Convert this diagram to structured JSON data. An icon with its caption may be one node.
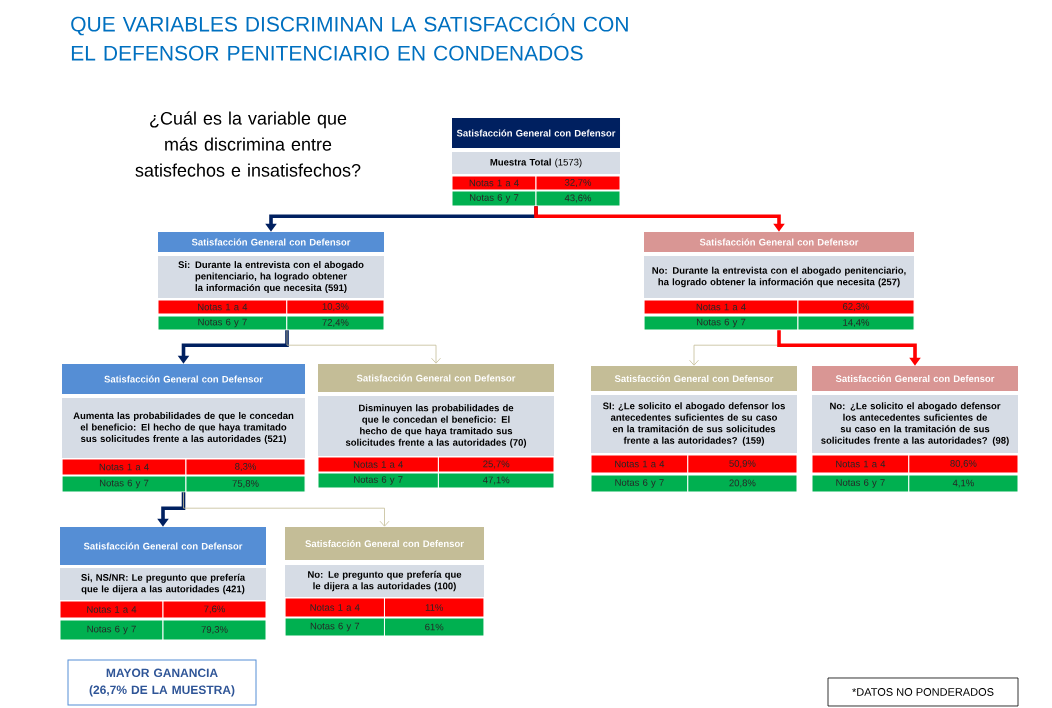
{
  "diagram": {
    "title": "QUE VARIABLES DISCRIMINAN LA SATISFACCIÓN CON EL DEFENSOR PENITENCIARIO EN CONDENADOS",
    "nodes": [
      {
        "text": [
          "Satisfacción General con Defensor",
          "**Muestra Total** (1573)",
          "Notas 1 a 4",
          "32,7%",
          "Notas 6 y 7",
          "43,6%"
        ]
      },
      {
        "text": [
          "Satisfacción General con Defensor",
          "Si: Durante la entrevista con el abogado penitenciario, ha logrado obtener la información que necesita (591)",
          "Notas 1 a 4",
          "10,3%",
          "Notas 6 y 7",
          "72,4%"
        ]
      },
      {
        "text": [
          "Satisfacción General con Defensor",
          "No: Durante la entrevista con el abogado penitenciario, ha logrado obtener la información que necesita (257)",
          "Notas 1 a 4",
          "62,3%",
          "Notas 6 y 7",
          "14,4%"
        ]
      },
      {
        "text": [
          "Satisfacción General con Defensor",
          "Aumenta las probabilidades de que le concedan el beneficio: El hecho de que haya tramitado sus solicitudes frente a las autoridades (521)",
          "Notas 1 a 4",
          "8,3%",
          "Notas 6 y 7",
          "75,8%"
        ]
      },
      {
        "text": [
          "Satisfacción General con Defensor",
          "Disminuyen las probabilidades de que le concedan el beneficio: El hecho de que haya tramitado sus solicitudes frente a las autoridades (70)",
          "Notas 1 a 4",
          "25,7%",
          "Notas 6 y 7",
          "47,1%"
        ]
      },
      {
        "text": [
          "Satisfacción General con Defensor",
          "SI: ¿Le solicito el abogado defensor los antecedentes suficientes de su caso en la tramitación de sus solicitudes frente a las autoridades? (159)",
          "Notas 1 a 4",
          "50,9%",
          "Notas 6 y 7",
          "20,8%"
        ]
      },
      {
        "text": [
          "Satisfacción General con Defensor",
          "No: ¿Le solicito el abogado defensor los antecedentes suficientes de su caso en la tramitación de sus solicitudes frente a las autoridades? (98)",
          "Notas 1 a 4",
          "80,6%",
          "Notas 6 y 7",
          "4,1%"
        ]
      },
      {
        "text": [
          "Satisfacción General con Defensor",
          "Si, NS/NR: Le pregunto que prefería que le dijera a las autoridades (421)",
          "Notas 1 a 4",
          "7,6%",
          "Notas 6 y 7",
          "79,3%"
        ]
      },
      {
        "text": [
          "Satisfacción General con Defensor",
          "No: Le pregunto que prefería que le dijera a las autoridades (100)",
          "Notas 1 a 4",
          "11%",
          "Notas 6 y 7",
          "61%"
        ]
      },
      {
        "text": [
          "MAYOR GANANCIA (26,7% DE LA MUESTRA)"
        ]
      },
      {
        "text": [
          "*DATOS NO PONDERADOS"
        ]
      }
    ],
    "edges": [
      {
        "from": 0,
        "to": 1,
        "arrow": "to",
        "color": "#002060"
      },
      {
        "from": 0,
        "to": 2,
        "arrow": "to",
        "color": "#ff0000"
      },
      {
        "from": 1,
        "to": 3,
        "arrow": "to",
        "color": "#002060"
      },
      {
        "from": 1,
        "to": 4,
        "arrow": "to",
        "color": "#c4bd97"
      },
      {
        "from": 2,
        "to": 5,
        "arrow": "to",
        "color": "#c4bd97"
      },
      {
        "from": 2,
        "to": 6,
        "arrow": "to",
        "color": "#ff0000"
      },
      {
        "from": 3,
        "to": 7,
        "arrow": "to",
        "color": "#002060"
      },
      {
        "from": 3,
        "to": 8,
        "arrow": "to",
        "color": "#c4bd97"
      }
    ],
    "labels": [
      "¿Cuál es la variable que más discrimina entre satisfechos e insatisfechos?"
    ]
  }
}
